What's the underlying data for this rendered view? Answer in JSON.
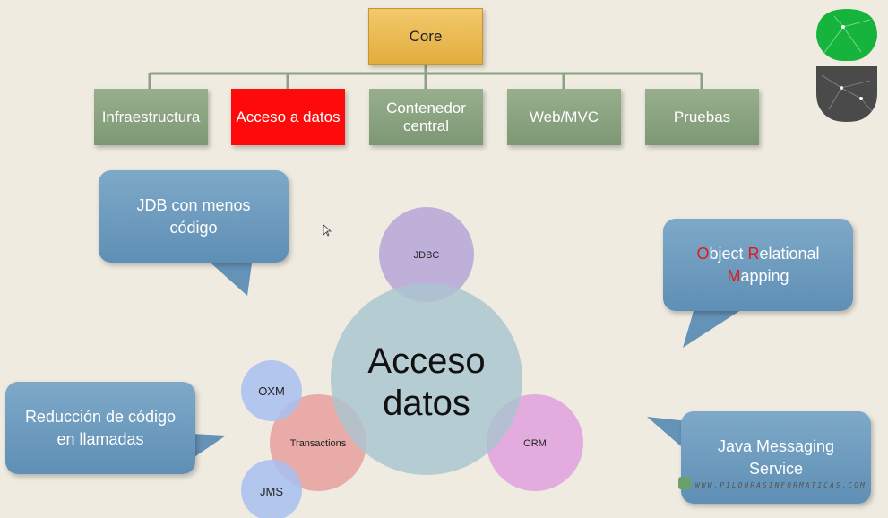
{
  "tree": {
    "root": "Core",
    "children": [
      {
        "label": "Infraestructura",
        "active": false
      },
      {
        "label": "Acceso a datos",
        "active": true
      },
      {
        "label": "Contenedor central",
        "active": false
      },
      {
        "label": "Web/MVC",
        "active": false
      },
      {
        "label": "Pruebas",
        "active": false
      }
    ]
  },
  "venn": {
    "center": [
      "Acceso",
      "datos"
    ],
    "circles": {
      "jdbc": "JDBC",
      "orm": "ORM",
      "transactions": "Transactions",
      "oxm": "OXM",
      "jms": "JMS"
    }
  },
  "callouts": {
    "jdb": "JDB con menos código",
    "orm": {
      "p1": "O",
      "p2": "bject ",
      "p3": "R",
      "p4": "elational",
      "p5": "M",
      "p6": "apping"
    },
    "reduccion": "Reducción de código en llamadas",
    "jms": "Java Messaging Service"
  },
  "watermark": "WWW.PILDORASINFORMATICAS.COM",
  "colors": {
    "tree_child": "#87a07c",
    "active": "#ff0a0a",
    "core": "#eab850",
    "bubble": "#6e9cbf",
    "center_circle": "#a9c4cf",
    "jdbc_circle": "#b6a6d8",
    "orm_circle": "#dfa2dd",
    "transactions_circle": "#e6a09c",
    "oxm_circle": "#a8bff0",
    "highlight_letter": "#e01a1a"
  }
}
